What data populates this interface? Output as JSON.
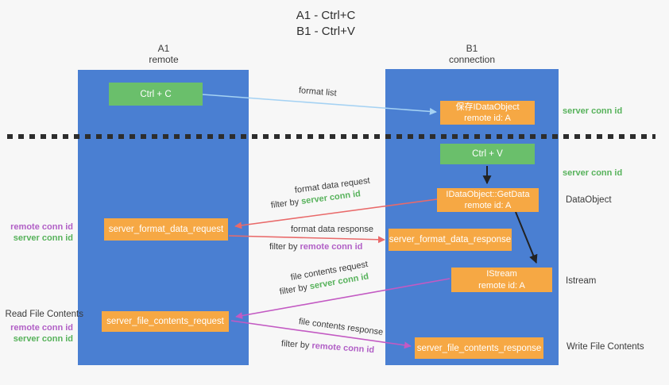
{
  "colors": {
    "background": "#f7f7f7",
    "column_blue": "#4a7fd2",
    "box_green": "#6abf6b",
    "box_orange": "#f6a844",
    "id_text_green": "#57b25b",
    "id_text_purple": "#b15fc6",
    "arrow_red": "#e96a6a",
    "arrow_magenta": "#c35ac3",
    "arrow_light_blue": "#a5d2f3",
    "arrow_black": "#222222",
    "text_dark": "#3a3a3a"
  },
  "title": {
    "line1": "A1 - Ctrl+C",
    "line2": "B1 - Ctrl+V"
  },
  "columns": {
    "left": {
      "header": {
        "line1": "A1",
        "line2": "remote"
      }
    },
    "right": {
      "header": {
        "line1": "B1",
        "line2": "connection"
      }
    }
  },
  "nodes": {
    "ctrl_c": {
      "label": "Ctrl + C"
    },
    "save_idataobject": {
      "line1": "保存IDataObject",
      "line2": "remote id: A"
    },
    "ctrl_v": {
      "label": "Ctrl + V"
    },
    "getdata": {
      "line1": "IDataObject::GetData",
      "line2": "remote id: A"
    },
    "server_format_data_request": {
      "label": "server_format_data_request"
    },
    "server_format_data_response": {
      "label": "server_format_data_response"
    },
    "istream": {
      "line1": "IStream",
      "line2": "remote id: A"
    },
    "server_file_contents_request": {
      "label": "server_file_contents_request"
    },
    "server_file_contents_response": {
      "label": "server_file_contents_response"
    }
  },
  "edge_labels": {
    "format_list": "format list",
    "format_data_request": "format data request",
    "format_data_response": "format data response",
    "file_contents_request": "file contents request",
    "file_contents_response": "file contents response",
    "filter_by": "filter by ",
    "server_conn_id": "server conn id",
    "remote_conn_id": "remote conn id"
  },
  "side_labels": {
    "right": {
      "server_conn_id_top": "server conn id",
      "server_conn_id_mid": "server conn id",
      "dataobject": "DataObject",
      "istream": "Istream",
      "write_file_contents": "Write File Contents"
    },
    "left": {
      "remote_conn_id_1": "remote conn id",
      "server_conn_id_1": "server conn id",
      "read_file_contents": "Read File Contents",
      "remote_conn_id_2": "remote conn id",
      "server_conn_id_2": "server conn id"
    }
  }
}
